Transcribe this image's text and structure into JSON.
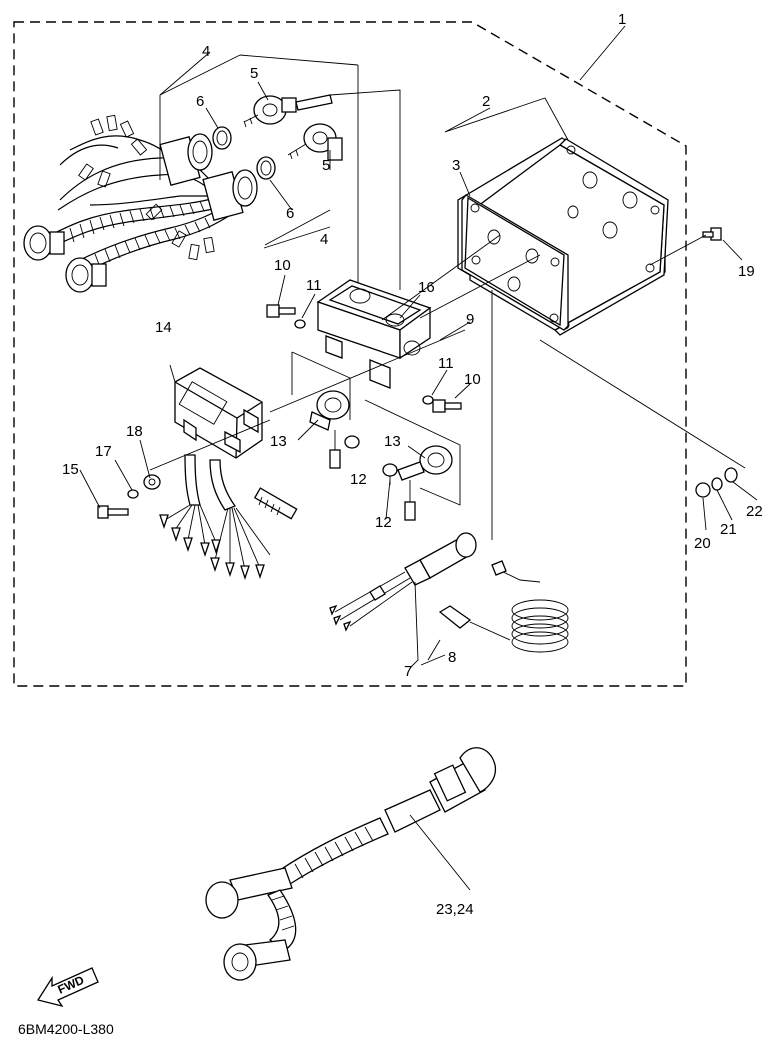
{
  "diagram": {
    "figure_code": "6BM4200-L380",
    "direction_label": "FWD",
    "callouts": [
      {
        "key": "c1",
        "text": "1"
      },
      {
        "key": "c2",
        "text": "2"
      },
      {
        "key": "c3",
        "text": "3"
      },
      {
        "key": "c4a",
        "text": "4"
      },
      {
        "key": "c4b",
        "text": "4"
      },
      {
        "key": "c5a",
        "text": "5"
      },
      {
        "key": "c5b",
        "text": "5"
      },
      {
        "key": "c6a",
        "text": "6"
      },
      {
        "key": "c6b",
        "text": "6"
      },
      {
        "key": "c7",
        "text": "7"
      },
      {
        "key": "c8",
        "text": "8"
      },
      {
        "key": "c9",
        "text": "9"
      },
      {
        "key": "c10a",
        "text": "10"
      },
      {
        "key": "c10b",
        "text": "10"
      },
      {
        "key": "c11a",
        "text": "11"
      },
      {
        "key": "c11b",
        "text": "11"
      },
      {
        "key": "c12a",
        "text": "12"
      },
      {
        "key": "c12b",
        "text": "12"
      },
      {
        "key": "c13a",
        "text": "13"
      },
      {
        "key": "c13b",
        "text": "13"
      },
      {
        "key": "c14",
        "text": "14"
      },
      {
        "key": "c15",
        "text": "15"
      },
      {
        "key": "c16",
        "text": "16"
      },
      {
        "key": "c17",
        "text": "17"
      },
      {
        "key": "c18",
        "text": "18"
      },
      {
        "key": "c19",
        "text": "19"
      },
      {
        "key": "c20",
        "text": "20"
      },
      {
        "key": "c21",
        "text": "21"
      },
      {
        "key": "c22",
        "text": "22"
      },
      {
        "key": "c2324",
        "text": "23,24"
      }
    ]
  }
}
